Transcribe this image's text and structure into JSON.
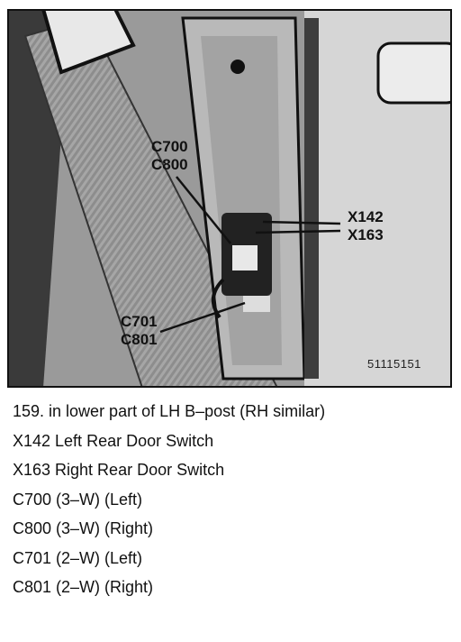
{
  "figure": {
    "callouts": {
      "c700": "C700",
      "c800": "C800",
      "x142": "X142",
      "x163": "X163",
      "c701": "C701",
      "c801": "C801"
    },
    "figure_number": "51115151"
  },
  "caption": {
    "title": "159. in lower part of LH B–post (RH similar)",
    "lines": [
      "X142 Left Rear Door Switch",
      "X163 Right Rear Door Switch",
      "C700 (3–W) (Left)",
      "C800 (3–W) (Right)",
      "C701 (2–W) (Left)",
      "C801 (2–W) (Right)"
    ]
  }
}
